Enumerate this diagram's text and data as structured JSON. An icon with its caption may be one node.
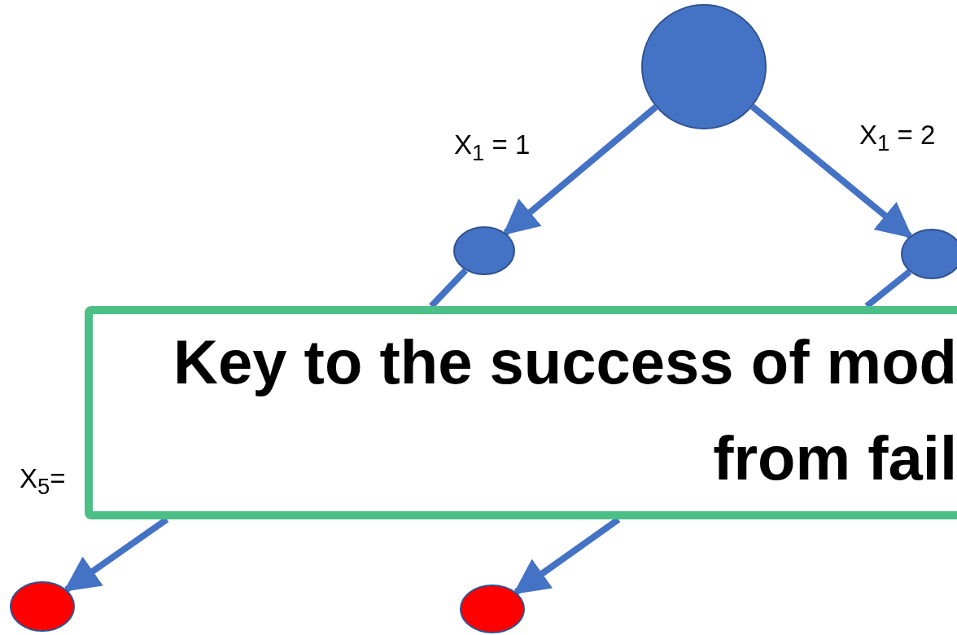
{
  "diagram": {
    "nodes": [
      {
        "text": [],
        "shape": "circle"
      },
      {
        "text": [],
        "shape": "circle"
      },
      {
        "text": [],
        "shape": "circle"
      },
      {
        "text": [
          "Key to the success of mod from fail"
        ]
      },
      {
        "text": [],
        "shape": "circle"
      },
      {
        "text": [],
        "shape": "circle"
      }
    ],
    "edges": [
      {
        "from": 0,
        "to": 1,
        "arrow": "to",
        "label": "X$_{1}$ = 1"
      },
      {
        "from": 0,
        "to": 2,
        "arrow": "to",
        "label": "X$_{1}$ = 2"
      },
      {
        "from": 1,
        "to": 3,
        "arrow": "none"
      },
      {
        "from": 3,
        "to": 4,
        "arrow": "to"
      },
      {
        "from": 2,
        "to": 3,
        "arrow": "none"
      },
      {
        "from": 3,
        "to": 5,
        "arrow": "to"
      }
    ],
    "labels": [
      "X$_{5}$="
    ]
  }
}
